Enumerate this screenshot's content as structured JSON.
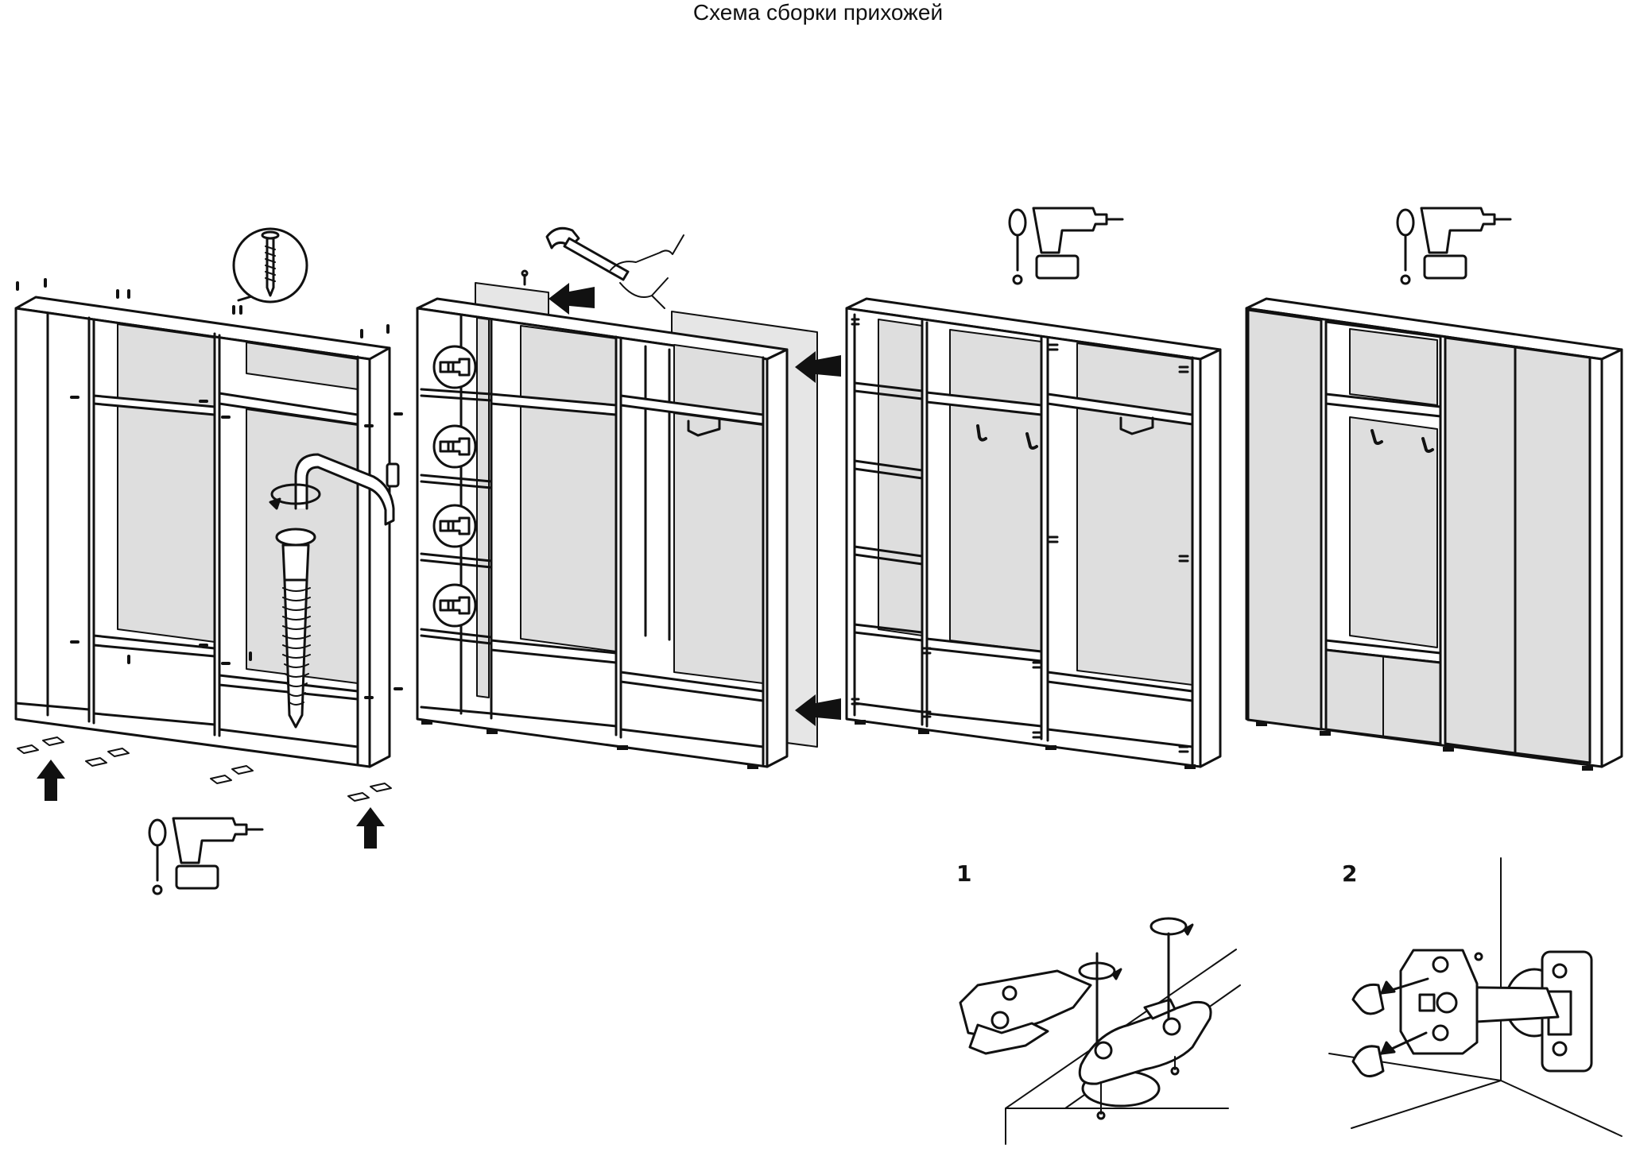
{
  "title": "Схема сборки прихожей",
  "step_labels": {
    "hinge_step_1": "1",
    "hinge_step_2": "2"
  },
  "colors": {
    "line": "#111111",
    "panel_fill": "#dedede",
    "back_panel_fill": "#e6e6e6",
    "background": "#ffffff",
    "arrow": "#111111"
  },
  "icons": [
    "screwdriver-icon",
    "drill-icon",
    "hammer-icon",
    "screw-icon",
    "rotate-arrow-icon",
    "hex-key-icon",
    "arrow-icon"
  ]
}
